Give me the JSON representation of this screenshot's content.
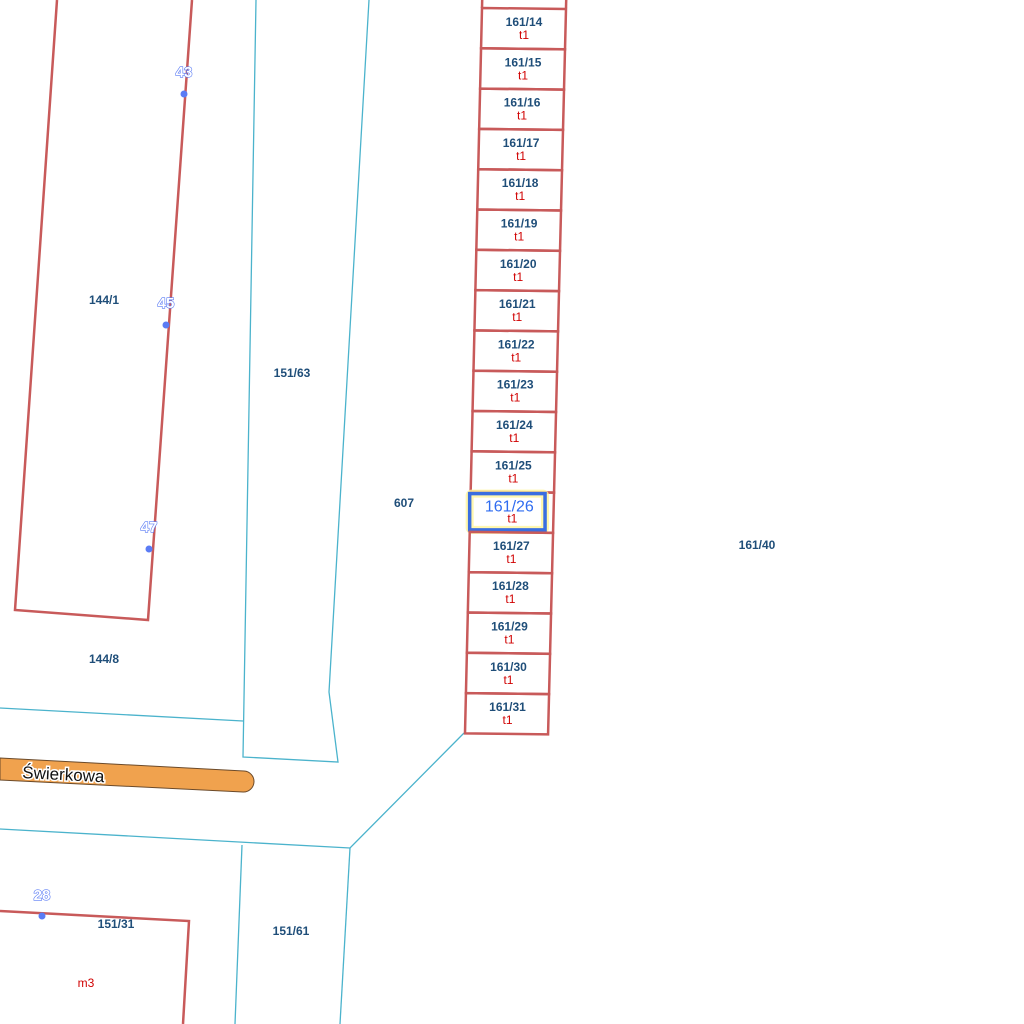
{
  "colors": {
    "parcel_border": "#c85a5a",
    "boundary_line": "#4bb3cc",
    "label": "#1f4e79",
    "use_label": "#d00000",
    "point": "#5b7cf5",
    "road": "#f0a24e",
    "selection": "#3a6ee0",
    "selection_glow": "#fff59a"
  },
  "strip_parcels": [
    {
      "id": "161/14",
      "use": "t1"
    },
    {
      "id": "161/15",
      "use": "t1"
    },
    {
      "id": "161/16",
      "use": "t1"
    },
    {
      "id": "161/17",
      "use": "t1"
    },
    {
      "id": "161/18",
      "use": "t1"
    },
    {
      "id": "161/19",
      "use": "t1"
    },
    {
      "id": "161/20",
      "use": "t1"
    },
    {
      "id": "161/21",
      "use": "t1"
    },
    {
      "id": "161/22",
      "use": "t1"
    },
    {
      "id": "161/23",
      "use": "t1"
    },
    {
      "id": "161/24",
      "use": "t1"
    },
    {
      "id": "161/25",
      "use": "t1"
    },
    {
      "id": "161/26",
      "use": "t1",
      "selected": true
    },
    {
      "id": "161/27",
      "use": "t1"
    },
    {
      "id": "161/28",
      "use": "t1"
    },
    {
      "id": "161/29",
      "use": "t1"
    },
    {
      "id": "161/30",
      "use": "t1"
    },
    {
      "id": "161/31",
      "use": "t1"
    }
  ],
  "parcels": {
    "p144_1": "144/1",
    "p151_63": "151/63",
    "p607": "607",
    "p161_40": "161/40",
    "p144_8": "144/8",
    "p151_31": "151/31",
    "p151_61": "151/61"
  },
  "land_use": {
    "m3": "m3"
  },
  "points": {
    "p43": "43",
    "p45": "45",
    "p47": "47",
    "p28": "28"
  },
  "road": {
    "name": "Świerkowa"
  }
}
